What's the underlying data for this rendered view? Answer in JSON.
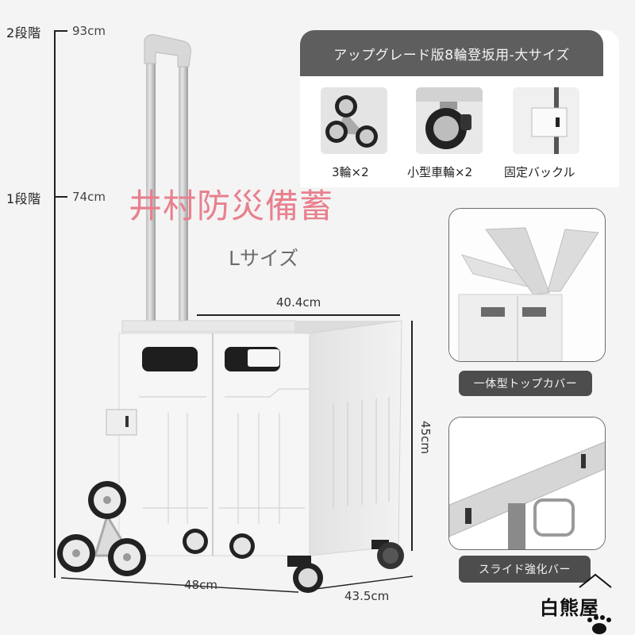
{
  "height_scale": {
    "steps": [
      {
        "label": "2段階",
        "value": "93cm"
      },
      {
        "label": "1段階",
        "value": "74cm"
      }
    ]
  },
  "upgrade_panel": {
    "title": "アップグレード版8輪登坂用-大サイズ",
    "features": [
      {
        "label": "3輪×2",
        "icon": "stair-climbing-wheel-icon"
      },
      {
        "label": "小型車輪×2",
        "icon": "caster-wheel-icon"
      },
      {
        "label": "固定バックル",
        "icon": "buckle-icon"
      }
    ]
  },
  "watermark": "井村防災備蓄",
  "size_label": "Lサイズ",
  "dimensions": {
    "top_width": "40.4cm",
    "height": "45cm",
    "width": "48cm",
    "depth": "43.5cm"
  },
  "side_panels": [
    {
      "label": "一体型トップカバー",
      "icon": "top-cover-icon"
    },
    {
      "label": "スライド強化バー",
      "icon": "reinforcement-bar-icon"
    }
  ],
  "logo": {
    "text": "白熊屋",
    "icon": "paw-icon"
  },
  "colors": {
    "background": "#f4f4f4",
    "header_gray": "#5e5e5e",
    "badge_gray": "#4d4d4d",
    "watermark_pink": "#e8808e",
    "size_gray": "#6c6c6c"
  }
}
